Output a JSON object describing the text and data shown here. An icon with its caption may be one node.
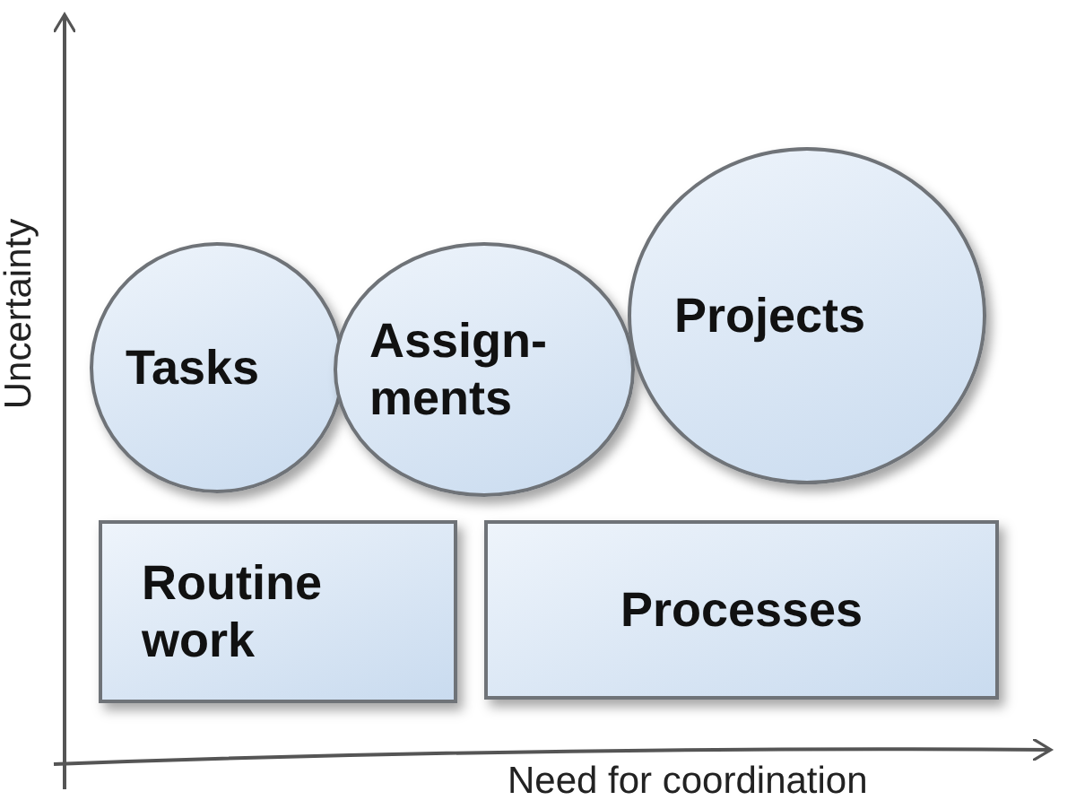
{
  "diagram": {
    "nodes": [
      {
        "text": [
          "Tasks"
        ]
      },
      {
        "text": [
          "Assign- ments"
        ]
      },
      {
        "text": [
          "Projects"
        ]
      },
      {
        "text": [
          "Routine work"
        ]
      },
      {
        "text": [
          "Processes"
        ]
      }
    ],
    "labels": [
      "Uncertainty",
      "Need for coordination"
    ]
  }
}
